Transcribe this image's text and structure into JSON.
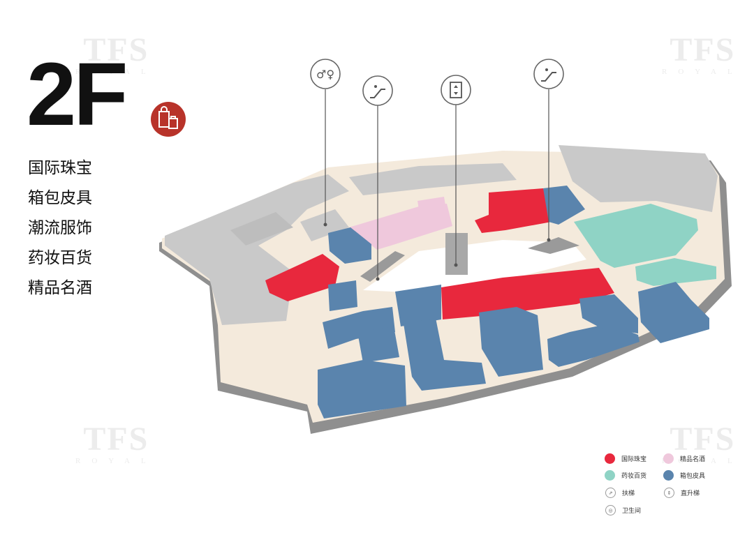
{
  "floor": {
    "label": "2F"
  },
  "categories": [
    "国际珠宝",
    "箱包皮具",
    "潮流服饰",
    "药妆百货",
    "精品名酒"
  ],
  "colors": {
    "jewelry": "#e8283d",
    "liquor": "#efc8dc",
    "cosmetics": "#8fd3c5",
    "leather": "#5a84ad",
    "corridor": "#f4eadc",
    "service": "#c9c9c9",
    "badge": "#b8332a"
  },
  "watermark": {
    "brand": "TFS",
    "sub": "ROYAL"
  },
  "legend": {
    "jewelry": "国际珠宝",
    "liquor": "精品名酒",
    "cosmetics": "药妆百货",
    "leather": "箱包皮具",
    "escalator": "扶梯",
    "elevator": "直升梯",
    "restroom": "卫生间"
  },
  "icons": [
    "restroom-icon",
    "escalator-icon",
    "elevator-icon",
    "escalator-icon"
  ]
}
